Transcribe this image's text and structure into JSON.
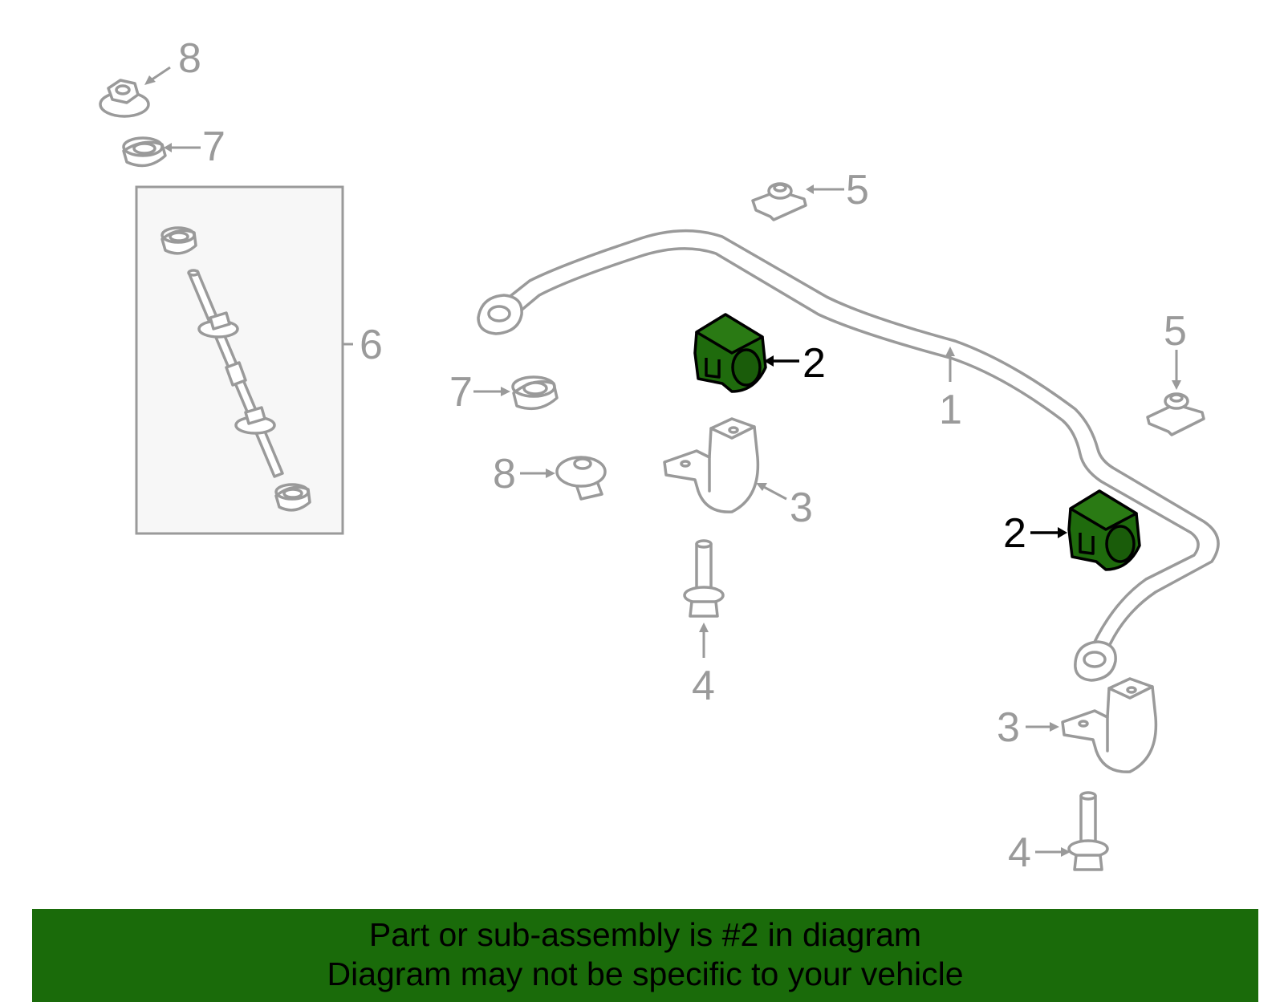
{
  "colors": {
    "part_stroke": "#9a9a9a",
    "highlight_fill": "#1f6b0d",
    "highlight_text": "#000000",
    "banner_bg": "#1a6b0a"
  },
  "callouts": {
    "c1": "1",
    "c2a": "2",
    "c2b": "2",
    "c3a": "3",
    "c3b": "3",
    "c4a": "4",
    "c4b": "4",
    "c5a": "5",
    "c5b": "5",
    "c6": "6",
    "c7a": "7",
    "c7b": "7",
    "c8a": "8",
    "c8b": "8"
  },
  "banner": {
    "line1": "Part or sub-assembly is #2 in diagram",
    "line2": "Diagram may not be specific to your vehicle"
  }
}
